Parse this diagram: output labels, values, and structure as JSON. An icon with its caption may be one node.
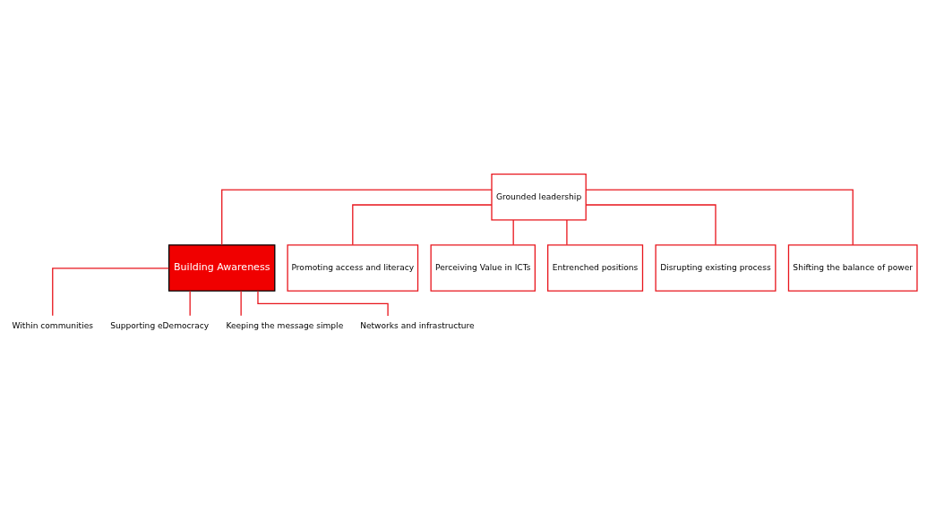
{
  "diagram": {
    "nodes": [
      {
        "text": [
          "Grounded leadership"
        ]
      },
      {
        "text": [
          "Building Awareness"
        ]
      },
      {
        "text": [
          "Promoting access and literacy"
        ]
      },
      {
        "text": [
          "Perceiving Value in ICTs"
        ]
      },
      {
        "text": [
          "Entrenched positions"
        ]
      },
      {
        "text": [
          "Disrupting existing process"
        ]
      },
      {
        "text": [
          "Shifting the balance of power"
        ]
      },
      {
        "text": [
          "Within communities"
        ]
      },
      {
        "text": [
          "Supporting eDemocracy"
        ]
      },
      {
        "text": [
          "Keeping the message simple"
        ]
      },
      {
        "text": [
          "Networks and infrastructure"
        ]
      }
    ],
    "edges": [
      {
        "from": 0,
        "to": 1,
        "arrow": "none"
      },
      {
        "from": 0,
        "to": 2,
        "arrow": "none"
      },
      {
        "from": 0,
        "to": 3,
        "arrow": "none"
      },
      {
        "from": 0,
        "to": 4,
        "arrow": "none"
      },
      {
        "from": 0,
        "to": 5,
        "arrow": "none"
      },
      {
        "from": 0,
        "to": 6,
        "arrow": "none"
      },
      {
        "from": 1,
        "to": 7,
        "arrow": "none"
      },
      {
        "from": 1,
        "to": 8,
        "arrow": "none"
      },
      {
        "from": 1,
        "to": 9,
        "arrow": "none"
      },
      {
        "from": 1,
        "to": 10,
        "arrow": "none"
      }
    ]
  }
}
